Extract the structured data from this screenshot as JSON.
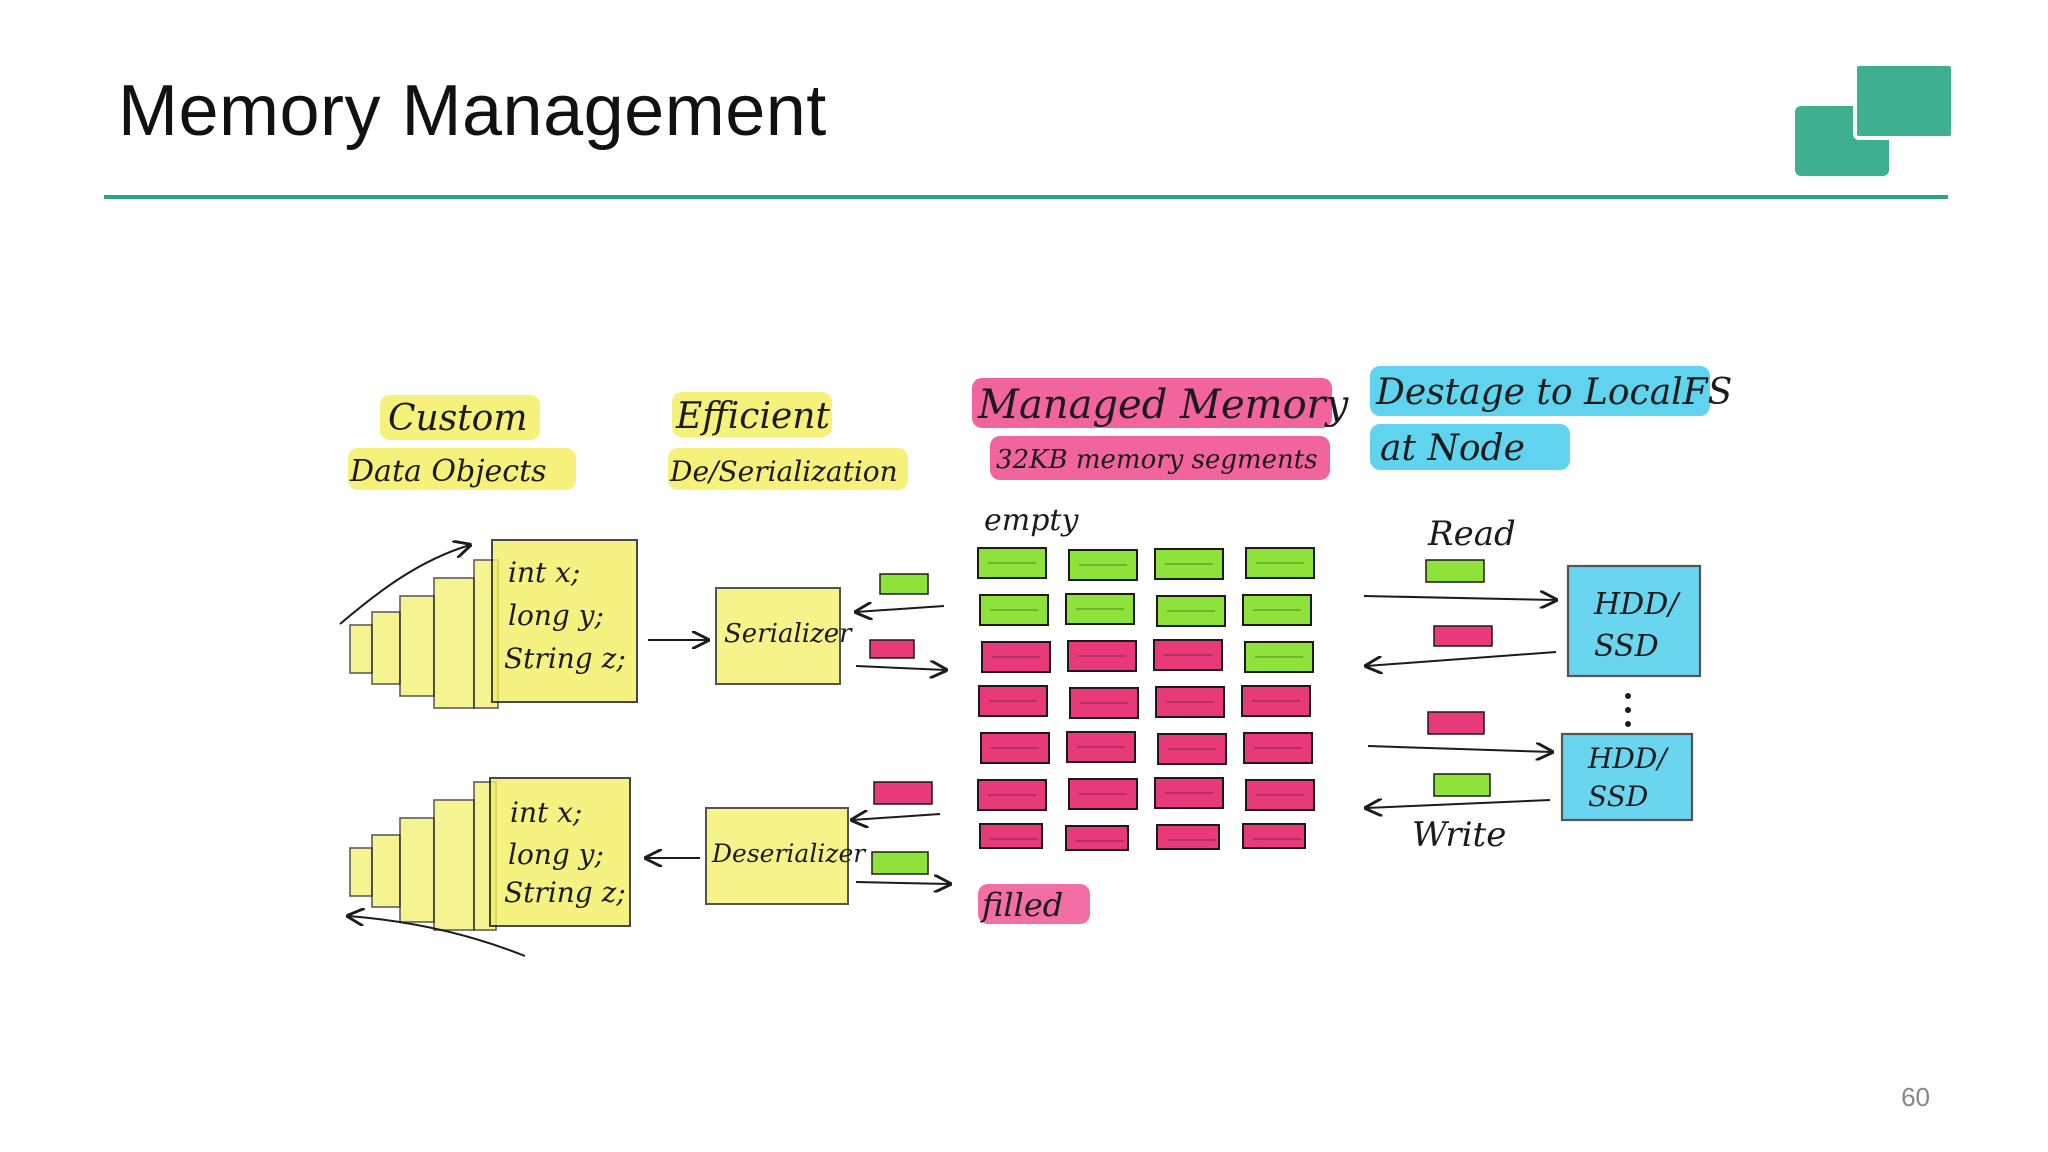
{
  "slide": {
    "title": "Memory Management",
    "page_number": "60",
    "accent_color": "#2aa386"
  },
  "colors": {
    "yellow_highlight": "#f3ef63",
    "pink_highlight": "#ef3d86",
    "cyan_highlight": "#38c8ea",
    "green_block": "#8ee23a",
    "pink_block": "#e83a7a"
  },
  "diagram": {
    "custom": {
      "line1": "Custom",
      "line2": "Data Objects"
    },
    "efficient": {
      "line1": "Efficient",
      "line2": "De/Serialization"
    },
    "managed": {
      "line1": "Managed Memory",
      "line2": "32KB memory segments",
      "empty_label": "empty",
      "filled_label": "filled"
    },
    "destage": {
      "line1": "Destage to LocalFS",
      "line2": "at Node"
    },
    "code_top": {
      "l1": "int x;",
      "l2": "long y;",
      "l3": "String z;"
    },
    "code_bottom": {
      "l1": "int x;",
      "l2": "long y;",
      "l3": "String z;"
    },
    "serializer_label": "Serializer",
    "deserializer_label": "Deserializer",
    "read_label": "Read",
    "write_label": "Write",
    "disk_top": {
      "l1": "HDD/",
      "l2": "SSD"
    },
    "disk_bottom": {
      "l1": "HDD/",
      "l2": "SSD"
    },
    "segment_grid": [
      [
        "green",
        "green",
        "green",
        "green"
      ],
      [
        "green",
        "green",
        "green",
        "green"
      ],
      [
        "pink",
        "pink",
        "pink",
        "green"
      ],
      [
        "pink",
        "pink",
        "pink",
        "pink"
      ],
      [
        "pink",
        "pink",
        "pink",
        "pink"
      ],
      [
        "pink",
        "pink",
        "pink",
        "pink"
      ],
      [
        "pink",
        "pink",
        "pink",
        "pink"
      ]
    ]
  }
}
